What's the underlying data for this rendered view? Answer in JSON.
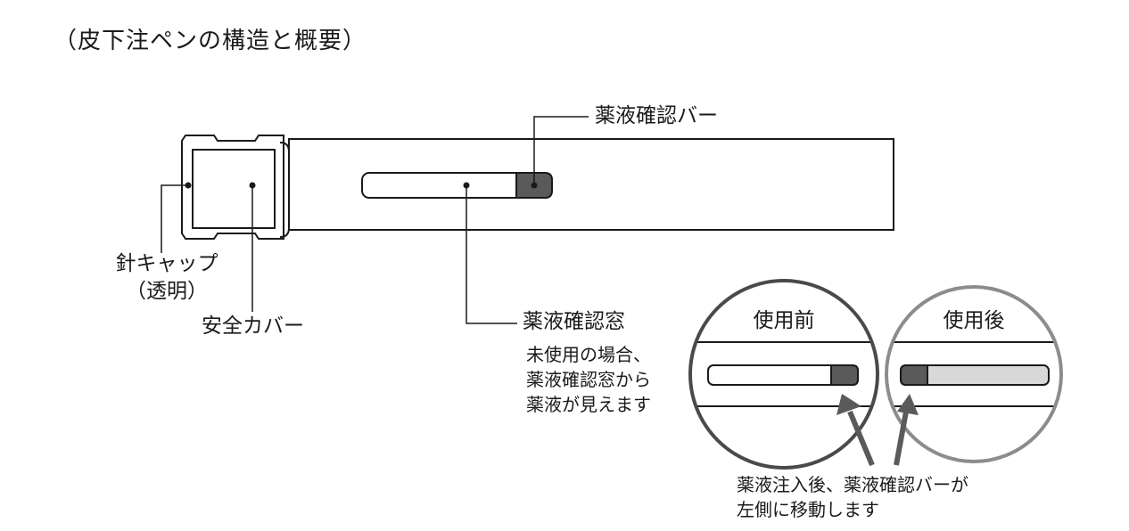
{
  "title": "（皮下注ペンの構造と概要）",
  "labels": {
    "confirm_bar": "薬液確認バー",
    "needle_cap_line1": "針キャップ",
    "needle_cap_line2": "（透明）",
    "safety_cover": "安全カバー",
    "confirm_window": "薬液確認窓"
  },
  "window_note": [
    "未使用の場合、",
    "薬液確認窓から",
    "薬液が見えます"
  ],
  "detail": {
    "before_label": "使用前",
    "after_label": "使用後"
  },
  "move_note": [
    "薬液注入後、薬液確認バーが",
    "左側に移動します"
  ],
  "colors": {
    "line": "#1a1a1a",
    "bar_dark": "#5a5a5a",
    "liquid_light": "#d8d8d8",
    "circle_before": "#4a4a4a",
    "circle_after": "#8c8c8c",
    "arrow": "#5a5a5a"
  }
}
